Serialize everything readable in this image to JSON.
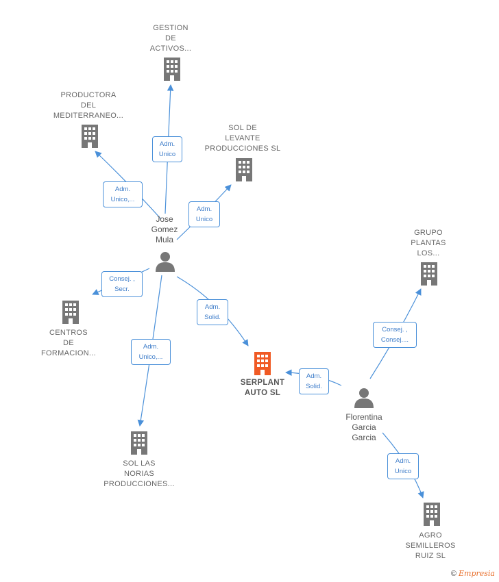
{
  "colors": {
    "edge": "#4a90d9",
    "building": "#777777",
    "main_building": "#f05a24",
    "person": "#777777"
  },
  "icons": {
    "company": "building-icon",
    "person": "person-icon"
  },
  "main_company": {
    "name": "SERPLANT\nAUTO  SL"
  },
  "companies": [
    {
      "id": "gestion",
      "name": "GESTION\nDE\nACTIVOS..."
    },
    {
      "id": "productora",
      "name": "PRODUCTORA\nDEL\nMEDITERRANEO..."
    },
    {
      "id": "sol_levante",
      "name": "SOL DE\nLEVANTE\nPRODUCCIONES SL"
    },
    {
      "id": "centros",
      "name": "CENTROS\nDE\nFORMACION..."
    },
    {
      "id": "sol_norias",
      "name": "SOL LAS\nNORIAS\nPRODUCCIONES..."
    },
    {
      "id": "grupo",
      "name": "GRUPO\nPLANTAS\nLOS..."
    },
    {
      "id": "agro",
      "name": "AGRO\nSEMILLEROS\nRUIZ  SL"
    }
  ],
  "persons": [
    {
      "id": "jose",
      "name": "Jose\nGomez\nMula"
    },
    {
      "id": "florentina",
      "name": "Florentina\nGarcia\nGarcia"
    }
  ],
  "relations": [
    {
      "id": "jose-gestion",
      "label": "Adm.\nUnico"
    },
    {
      "id": "jose-productora",
      "label": "Adm.\nUnico,..."
    },
    {
      "id": "jose-sol_levante",
      "label": "Adm.\nUnico"
    },
    {
      "id": "jose-centros",
      "label": "Consej. ,\nSecr."
    },
    {
      "id": "jose-serplant",
      "label": "Adm.\nSolid."
    },
    {
      "id": "jose-sol_norias",
      "label": "Adm.\nUnico,..."
    },
    {
      "id": "flor-serplant",
      "label": "Adm.\nSolid."
    },
    {
      "id": "flor-grupo",
      "label": "Consej. ,\nConsej...."
    },
    {
      "id": "flor-agro",
      "label": "Adm.\nUnico"
    }
  ],
  "footer": {
    "copyright": "©",
    "brand": "Empresia"
  }
}
